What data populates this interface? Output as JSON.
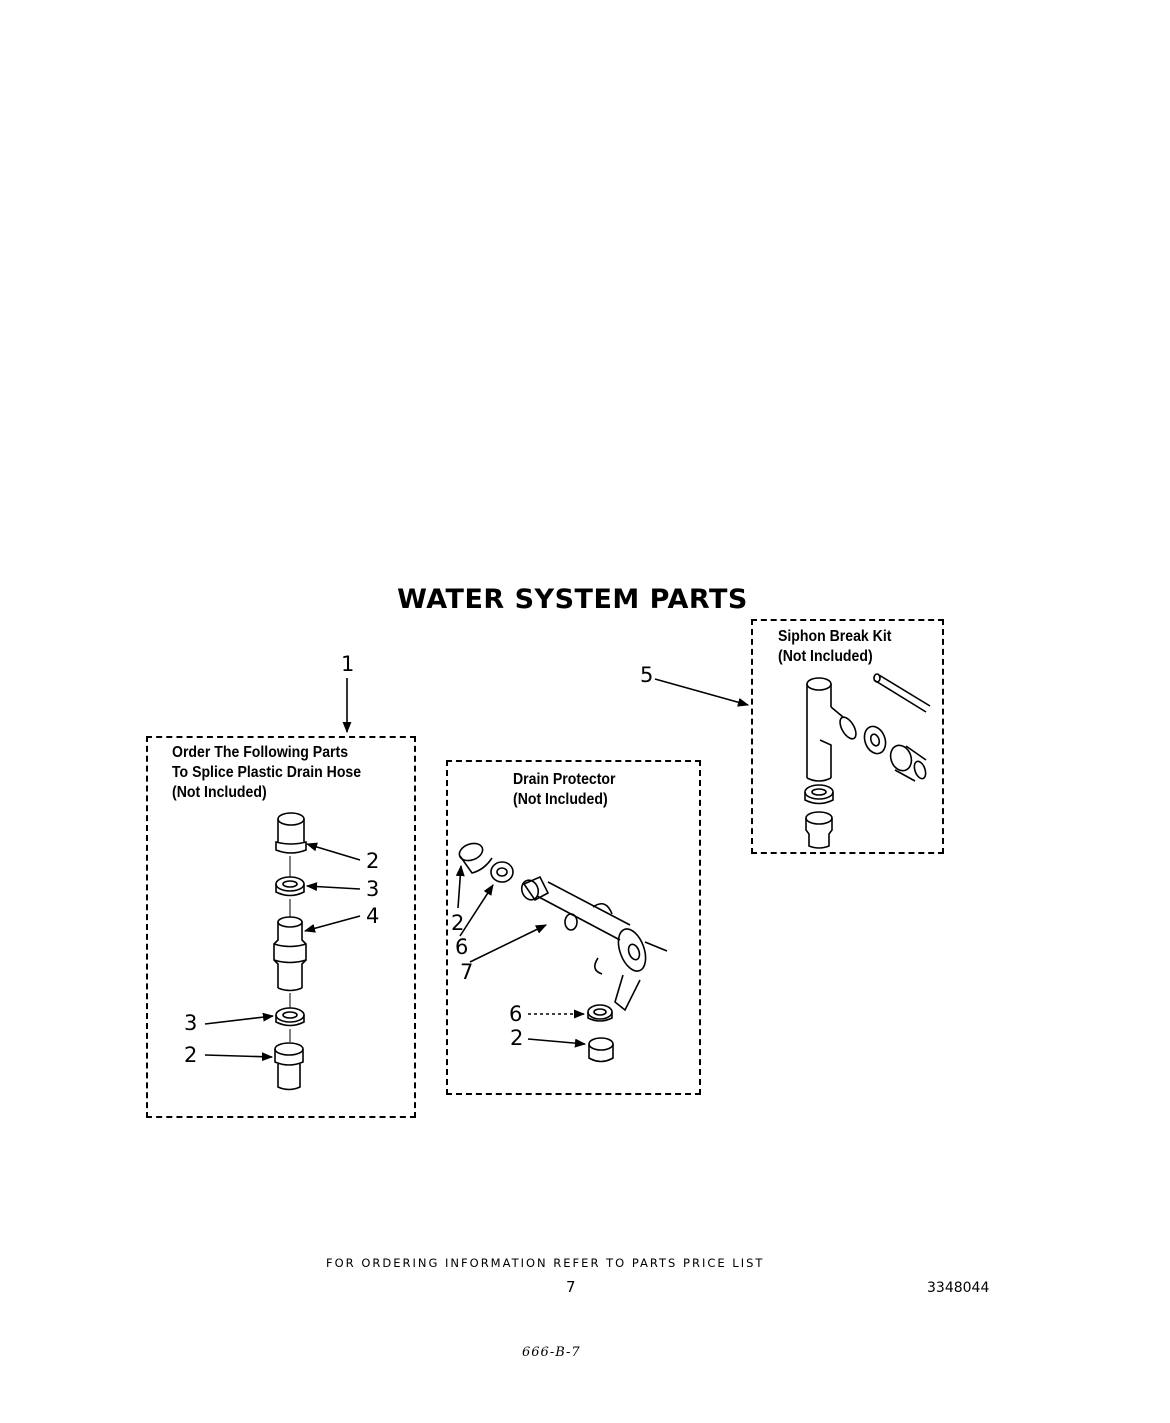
{
  "title": "WATER SYSTEM PARTS",
  "kits": {
    "splice": {
      "lines": [
        "Order The Following Parts",
        "To Splice Plastic Drain Hose",
        "(Not Included)"
      ]
    },
    "drain": {
      "lines": [
        "Drain Protector",
        "(Not Included)"
      ]
    },
    "siphon": {
      "lines": [
        "Siphon Break Kit",
        "(Not Included)"
      ]
    }
  },
  "callouts": {
    "c1": "1",
    "c2a": "2",
    "c3a": "3",
    "c4": "4",
    "c3b": "3",
    "c2b": "2",
    "c5": "5",
    "c2c": "2",
    "c6a": "6",
    "c7": "7",
    "c6b": "6",
    "c2d": "2"
  },
  "footer": {
    "ordering": "FOR ORDERING INFORMATION REFER TO PARTS PRICE LIST",
    "page": "7",
    "doc_number": "3348044",
    "handwritten": "666-B-7"
  }
}
